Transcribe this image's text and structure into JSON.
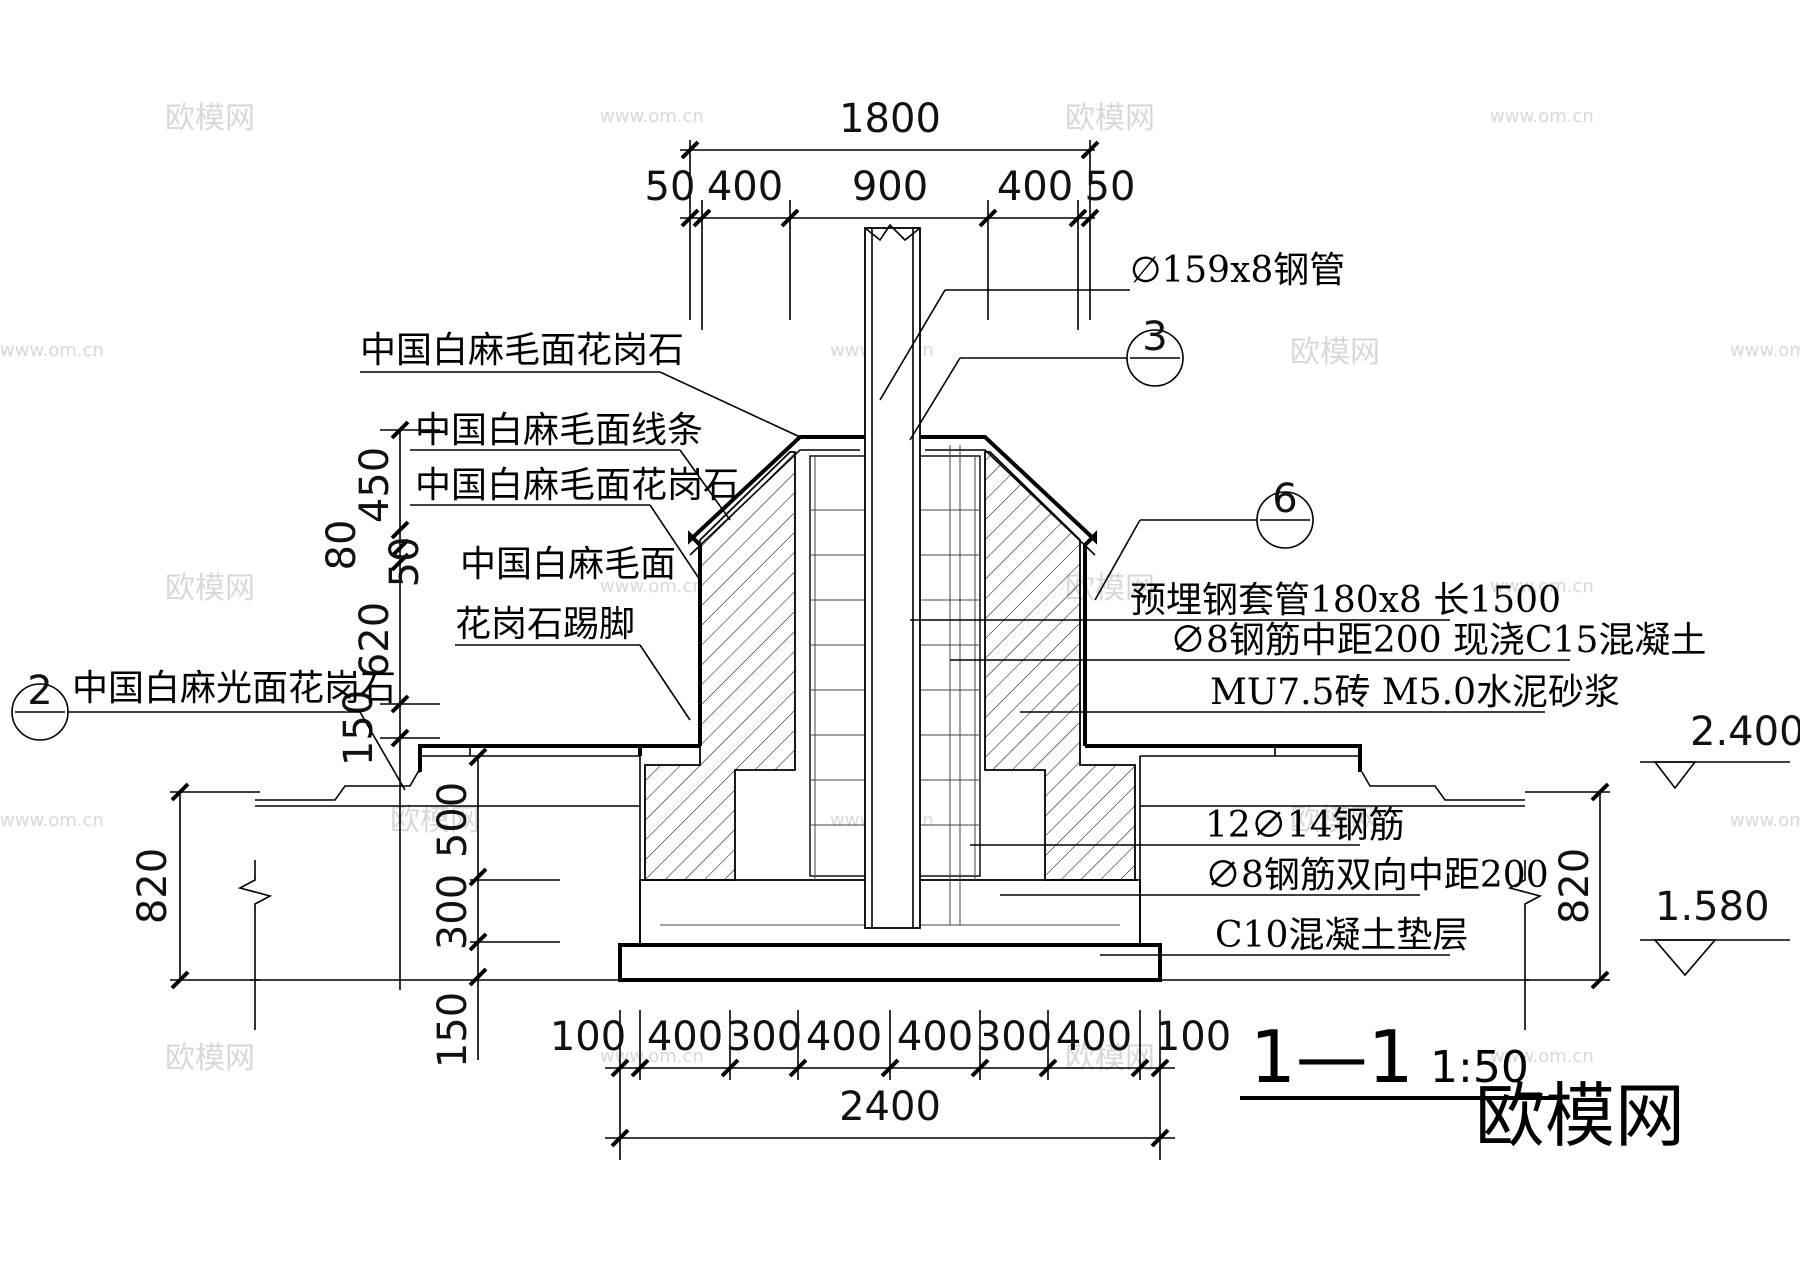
{
  "dimensions": {
    "top_total": "1800",
    "top_parts": [
      "50",
      "400",
      "900",
      "400",
      "50"
    ],
    "left_vertical": [
      "450",
      "80",
      "50",
      "620",
      "150",
      "500",
      "300",
      "150"
    ],
    "side_height_left": "820",
    "side_height_right": "820",
    "bottom_parts": [
      "100",
      "400",
      "300",
      "400",
      "400",
      "300",
      "400",
      "100"
    ],
    "bottom_total": "2400"
  },
  "elevations": {
    "upper": "2.400",
    "lower": "1.580"
  },
  "labels": {
    "steel_pipe": "∅159x8钢管",
    "granite_rough_top": "中国白麻毛面花岗石",
    "granite_rough_line": "中国白麻毛面线条",
    "granite_rough_mid": "中国白麻毛面花岗石",
    "granite_skirting_1": "中国白麻毛面",
    "granite_skirting_2": "花岗石踢脚",
    "granite_polished": "中国白麻光面花岗石",
    "embedded_sleeve": "预埋钢套管180x8  长1500",
    "rebar_concrete": "∅8钢筋中距200 现浇C15混凝土",
    "brick_mortar": "MU7.5砖 M5.0水泥砂浆",
    "rebar_main": "12∅14钢筋",
    "rebar_bidirectional": "∅8钢筋双向中距200",
    "cushion": "C10混凝土垫层"
  },
  "callouts": {
    "detail_3": "3",
    "detail_6": "6",
    "detail_2": "2"
  },
  "section_title": {
    "name": "1—1",
    "scale": "1:50"
  },
  "watermark": {
    "logo": "欧模网",
    "url": "www.om.cn"
  }
}
